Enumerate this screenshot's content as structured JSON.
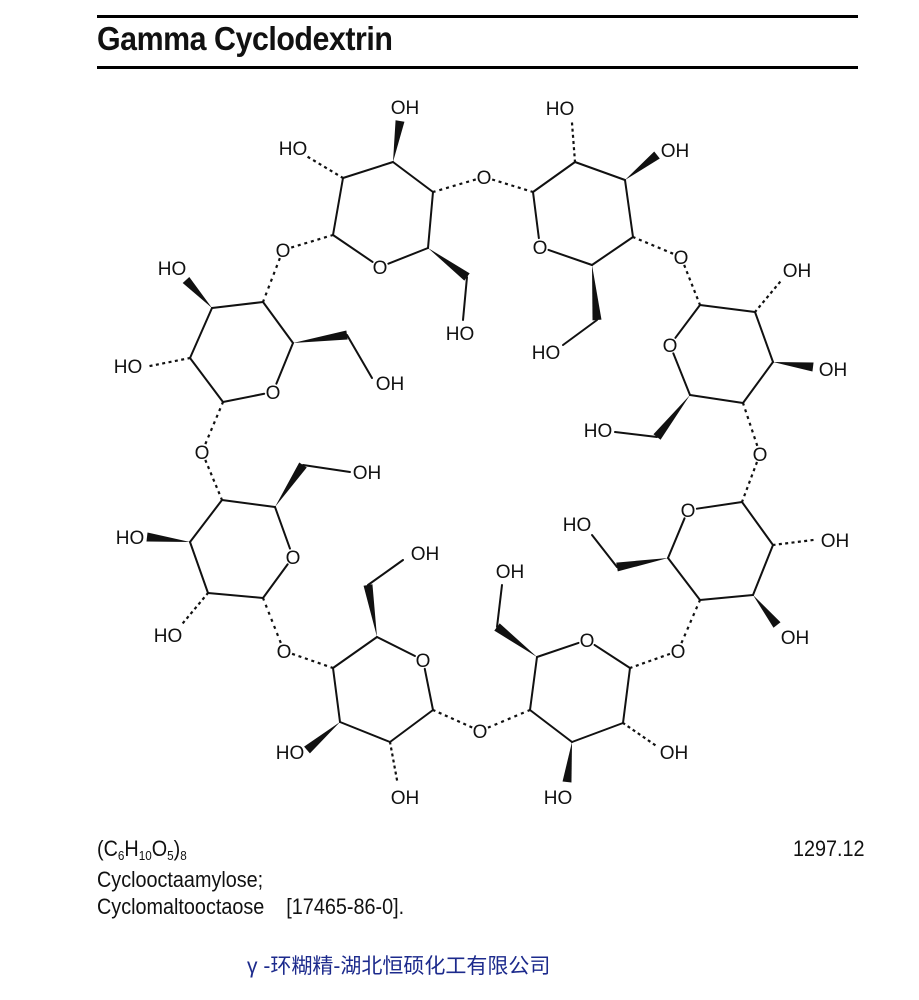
{
  "title": "Gamma Cyclodextrin",
  "formula": {
    "open": "(C",
    "c_n": "6",
    "h": "H",
    "h_n": "10",
    "o": "O",
    "o_n": "5",
    "close": ")",
    "n": "8"
  },
  "molecular_weight": "1297.12",
  "synonyms": [
    "Cyclooctaamylose;",
    "Cyclomaltooctaose"
  ],
  "cas_number": "[17465-86-0].",
  "footer": "γ -环糊精-湖北恒硕化工有限公司",
  "footer_color": "#1c2a8c",
  "structure": {
    "atom_labels": [
      "O",
      "O",
      "O",
      "O",
      "O",
      "O",
      "O",
      "O",
      "O",
      "O",
      "O",
      "O",
      "O",
      "O",
      "O",
      "O",
      "HO",
      "OH",
      "HO",
      "HO",
      "OH",
      "HO",
      "OH",
      "OH",
      "HO",
      "OH",
      "OH",
      "HO",
      "OH",
      "HO",
      "OH",
      "OH",
      "HO",
      "OH",
      "HO",
      "HO",
      "OH",
      "HO",
      "HO",
      "OH"
    ]
  }
}
